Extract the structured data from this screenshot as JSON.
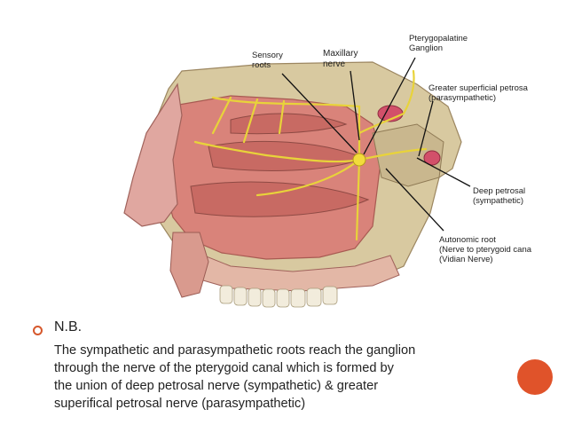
{
  "labels": {
    "sensory_roots": [
      "Sensory",
      "roots"
    ],
    "maxillary_nerve": [
      "Maxillary",
      "nerve"
    ],
    "pterygopalatine_ganglion": [
      "Pterygopalatine",
      "Ganglion"
    ],
    "greater_superficial_petrosal": [
      "Greater superficial petrosa",
      "(parasympathetic)"
    ],
    "deep_petrosal": [
      "Deep petrosal",
      "(sympathetic)"
    ],
    "autonomic_root": [
      "Autonomic root",
      "(Nerve to pterygoid cana",
      "(Vidian Nerve)"
    ]
  },
  "note": {
    "title": "N.B.",
    "lines": [
      "The sympathetic and parasympathetic roots reach the ganglion",
      "through the nerve of the pterygoid canal which is formed by",
      "the union of deep petrosal nerve (sympathetic) & greater",
      "superifical petrosal nerve (parasympathetic)"
    ]
  },
  "colors": {
    "bullet": "#d6582c",
    "dot": "#e0532a",
    "tissue": "#d9837a",
    "bone": "#d8c9a0",
    "nerve": "#e8d33a"
  }
}
